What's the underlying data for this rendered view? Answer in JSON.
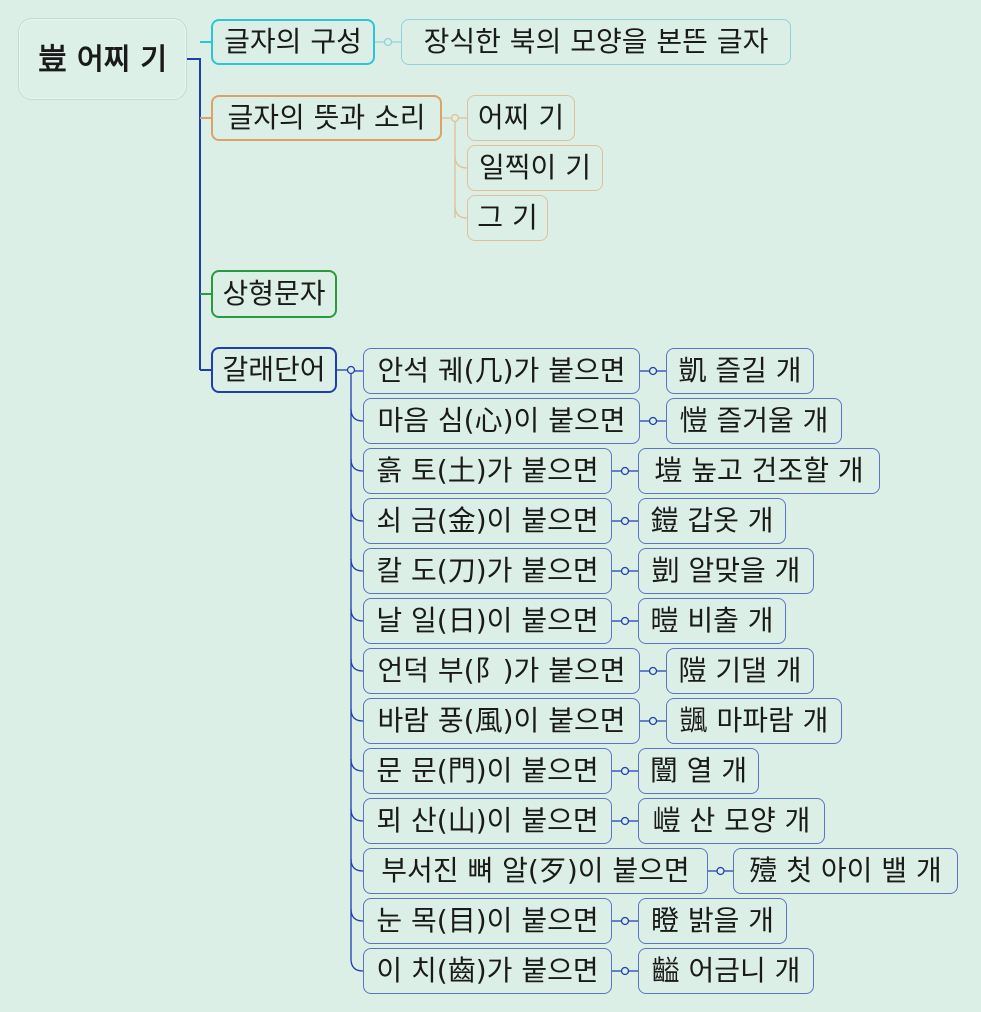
{
  "colors": {
    "background": "#dcefe6",
    "cyan": "#2fc3d6",
    "tan": "#d9a36a",
    "green": "#2a9a3f",
    "navy": "#1f3fb0"
  },
  "root": {
    "label": "豈 어찌 기"
  },
  "structure": {
    "label": "글자의 구성",
    "child": "장식한 북의 모양을 본뜬 글자"
  },
  "meaning": {
    "label": "글자의 뜻과 소리",
    "children": [
      "어찌 기",
      "일찍이 기",
      "그 기"
    ]
  },
  "type": {
    "label": "상형문자"
  },
  "derived": {
    "label": "갈래단어",
    "items": [
      {
        "radical": "안석 궤(几)가 붙으면",
        "word": "凱 즐길 개"
      },
      {
        "radical": "마음 심(心)이 붙으면",
        "word": "愷 즐거울 개"
      },
      {
        "radical": "흙 토(土)가 붙으면",
        "word": "塏 높고 건조할 개"
      },
      {
        "radical": "쇠 금(金)이 붙으면",
        "word": "鎧 갑옷 개"
      },
      {
        "radical": "칼 도(刀)가 붙으면",
        "word": "剴 알맞을 개"
      },
      {
        "radical": "날 일(日)이 붙으면",
        "word": "暟 비출 개"
      },
      {
        "radical": "언덕 부(阝)가 붙으면",
        "word": "隑 기댈 개"
      },
      {
        "radical": "바람 풍(風)이 붙으면",
        "word": "颽 마파람 개"
      },
      {
        "radical": "문 문(門)이 붙으면",
        "word": "闓 열 개"
      },
      {
        "radical": "뫼 산(山)이 붙으면",
        "word": "嵦 산 모양 개"
      },
      {
        "radical": "부서진 뼈 알(歹)이 붙으면",
        "word": "殪 첫 아이 밸 개"
      },
      {
        "radical": "눈 목(目)이 붙으면",
        "word": "瞪 밝을 개"
      },
      {
        "radical": "이 치(齒)가 붙으면",
        "word": "齸 어금니 개"
      }
    ]
  }
}
